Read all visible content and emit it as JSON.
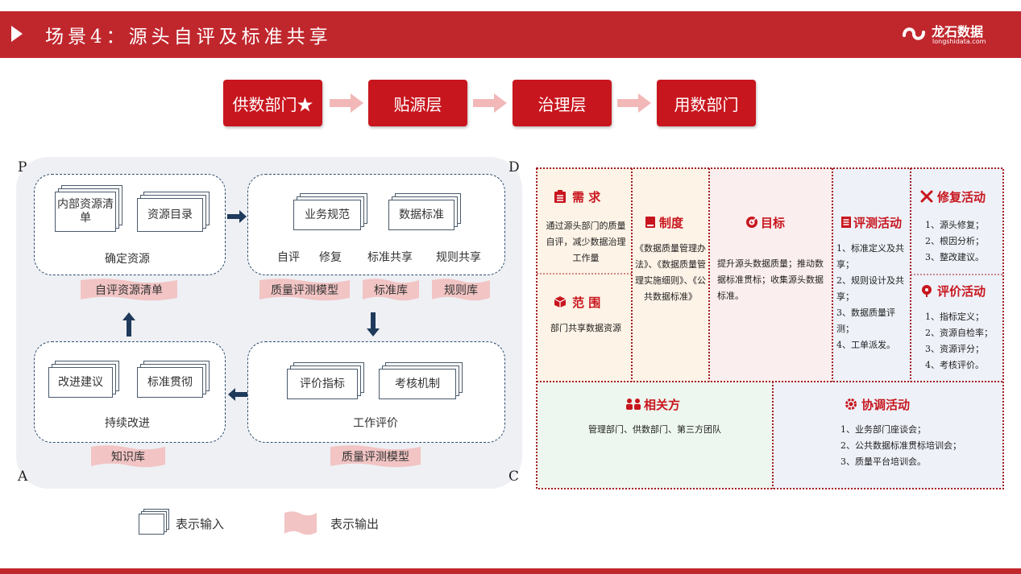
{
  "header": {
    "title": "场景4：源头自评及标准共享",
    "logo_name": "龙石数据",
    "logo_sub": "longshidata.com"
  },
  "flow": [
    {
      "label": "供数部门★"
    },
    {
      "label": "贴源层"
    },
    {
      "label": "治理层"
    },
    {
      "label": "用数部门"
    }
  ],
  "diagram": {
    "corners": {
      "p": "P",
      "d": "D",
      "a": "A",
      "c": "C"
    },
    "top_left": {
      "doc1": "内部资源清单",
      "doc2": "资源目录",
      "caption": "确定资源",
      "output": "自评资源清单"
    },
    "top_right": {
      "doc1": "业务规范",
      "doc2": "数据标准",
      "captions": [
        "自评",
        "修复",
        "标准共享",
        "规则共享"
      ],
      "outputs": [
        "质量评测模型",
        "标准库",
        "规则库"
      ]
    },
    "bottom_left": {
      "doc1": "改进建议",
      "doc2": "标准贯彻",
      "caption": "持续改进",
      "output": "知识库"
    },
    "bottom_right": {
      "doc1": "评价指标",
      "doc2": "考核机制",
      "caption": "工作评价",
      "output": "质量评测模型"
    }
  },
  "legend": {
    "input": "表示输入",
    "output": "表示输出"
  },
  "grid": {
    "demand": {
      "title": "需 求",
      "text": "通过源头部门的质量自评，减少数据治理工作量"
    },
    "scope": {
      "title": "范 围",
      "text": "部门共享数据资源"
    },
    "system": {
      "title": "制度",
      "text": "《数据质量管理办法》、《数据质量管理实施细则》、《公共数据标准》"
    },
    "goal": {
      "title": "目标",
      "text": "提升源头数据质量；推动数据标准贯标；收集源头数据标准。"
    },
    "eval": {
      "title": "评测活动",
      "items": [
        "1、标准定义及共享；",
        "2、规则设计及共享；",
        "3、数据质量评测；",
        "4、工单派发。"
      ]
    },
    "repair": {
      "title": "修复活动",
      "items": [
        "1、源头修复；",
        "2、根因分析；",
        "3、整改建议。"
      ]
    },
    "assess": {
      "title": "评价活动",
      "items": [
        "1、指标定义；",
        "2、资源自检率；",
        "3、资源评分；",
        "4、考核评价。"
      ]
    },
    "stakeholders": {
      "title": "相关方",
      "text": "管理部门、供数部门、第三方团队"
    },
    "coord": {
      "title": "协调活动",
      "items": [
        "1、业务部门座谈会；",
        "2、公共数据标准贯标培训会；",
        "3、质量平台培训会。"
      ]
    }
  },
  "colors": {
    "brand_red": "#c0272d",
    "flow_red": "#c8161e",
    "navy": "#1f3a5a",
    "ribbon": "#f2c4c4"
  }
}
